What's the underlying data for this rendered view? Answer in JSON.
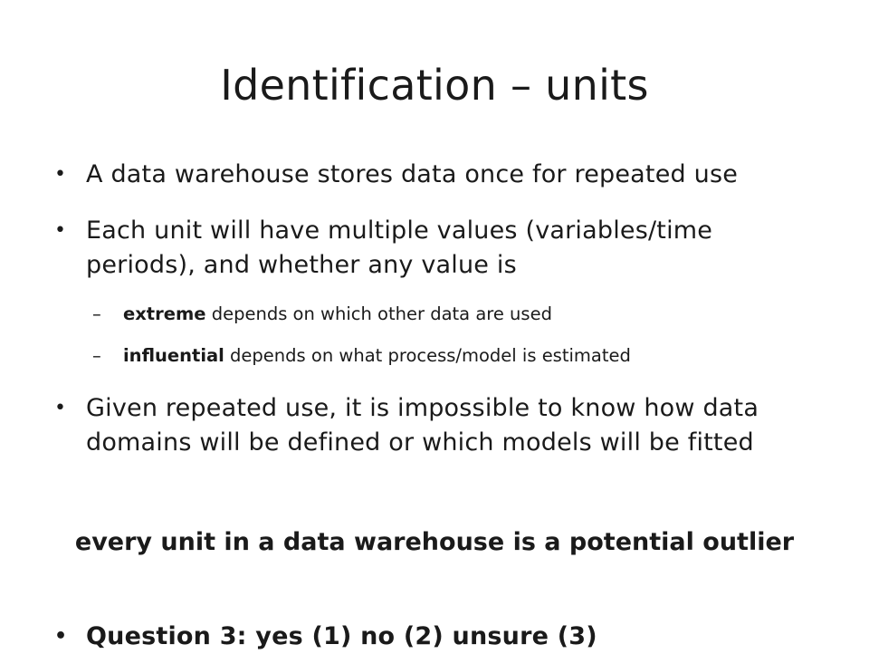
{
  "slide": {
    "title": "Identification – units",
    "bullet_char": "•",
    "dash_char": "–",
    "bullets": [
      {
        "text": "A data warehouse stores data once for repeated use"
      },
      {
        "line1": "Each unit will have multiple values (variables/time",
        "line2": "periods), and whether any value is"
      },
      {
        "line1": "Given repeated use, it is impossible to know how data",
        "line2": "domains will be defined or which models will be fitted"
      }
    ],
    "subbullets": [
      {
        "term": "extreme",
        "rest": " depends on which other data are used"
      },
      {
        "term": "influential",
        "rest": " depends on what process/model is estimated"
      }
    ],
    "conclusion": "every unit in a data warehouse is a potential outlier",
    "question": "Question 3: yes (1) no (2) unsure (3)"
  }
}
